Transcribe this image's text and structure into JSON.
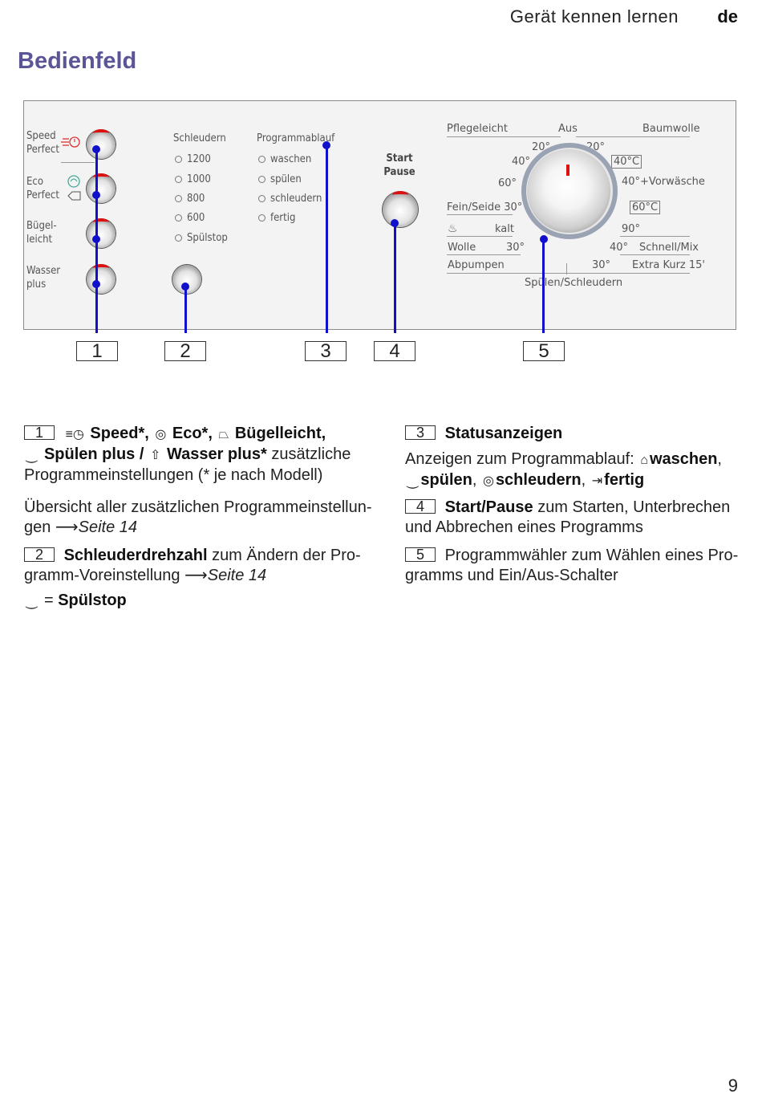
{
  "header": {
    "title": "Gerät kennen lernen",
    "lang": "de"
  },
  "section_title": "Bedienfeld",
  "panel": {
    "left_buttons": [
      {
        "line1": "Speed",
        "line2": "Perfect",
        "icon": "speed-icon"
      },
      {
        "line1": "Eco",
        "line2": "Perfect",
        "icon": "eco-icon"
      },
      {
        "line1": "Bügel-",
        "line2": "leicht",
        "icon": ""
      },
      {
        "line1": "Wasser",
        "line2": "plus",
        "icon": ""
      }
    ],
    "spin_heading": "Schleudern",
    "spin_options": [
      "1200",
      "1000",
      "800",
      "600",
      "Spülstop"
    ],
    "program_heading": "Programmablauf",
    "program_steps": [
      "waschen",
      "spülen",
      "schleudern",
      "fertig"
    ],
    "start_pause": {
      "line1": "Start",
      "line2": "Pause"
    },
    "dial": {
      "pflegeleicht": "Pflegeleicht",
      "aus": "Aus",
      "baumwolle": "Baumwolle",
      "t20a": "20°",
      "t20b": "20°",
      "t40a": "40°",
      "t40c": "40°C",
      "t60": "60°",
      "vorwaesche": "40°+Vorwäsche",
      "fein": "Fein/Seide 30°",
      "t60c": "60°C",
      "kalt": "kalt",
      "t90": "90°",
      "wolle": "Wolle",
      "t30a": "30°",
      "t40b": "40°",
      "schnell": "Schnell/Mix",
      "abpumpen": "Abpumpen",
      "t30b": "30°",
      "extra": "Extra Kurz 15'",
      "spuelen_schleudern": "Spülen/Schleudern"
    },
    "callouts": [
      "1",
      "2",
      "3",
      "4",
      "5"
    ]
  },
  "left_col": {
    "item1": {
      "num": "1",
      "speed": "Speed*,",
      "eco": "Eco*,",
      "buegel": "Bügelleicht,",
      "spuelen": "Spülen plus /",
      "wasser": "Wasser plus*",
      "rest1": "zusätzliche",
      "rest2": "Programmeinstellungen (* je nach Modell)"
    },
    "overview1": "Übersicht aller zusätzlichen Programmeinstellun-",
    "overview2": "gen",
    "overview_ref": "Seite 14",
    "item2": {
      "num": "2",
      "bold": "Schleuderdrehzahl",
      "rest1": "zum Ändern der Pro-",
      "rest2": "gramm-Voreinstellung",
      "ref": "Seite 14"
    },
    "spuelstop_eq": "=",
    "spuelstop": "Spülstop"
  },
  "right_col": {
    "item3": {
      "num": "3",
      "bold": "Statusanzeigen",
      "intro": "Anzeigen zum Programmablauf:",
      "waschen": "waschen",
      "spuelen": "spülen",
      "schleudern": "schleudern",
      "fertig": "fertig"
    },
    "item4": {
      "num": "4",
      "bold": "Start/Pause",
      "rest1": "zum Starten, Unterbrechen",
      "rest2": "und Abbrechen eines Programms"
    },
    "item5": {
      "num": "5",
      "rest1": "Programmwähler zum Wählen eines Pro-",
      "rest2": "gramms und Ein/Aus-Schalter"
    }
  },
  "page_number": "9",
  "colors": {
    "title": "#5a5596",
    "leader": "#1010cc",
    "indicator": "#d11"
  }
}
